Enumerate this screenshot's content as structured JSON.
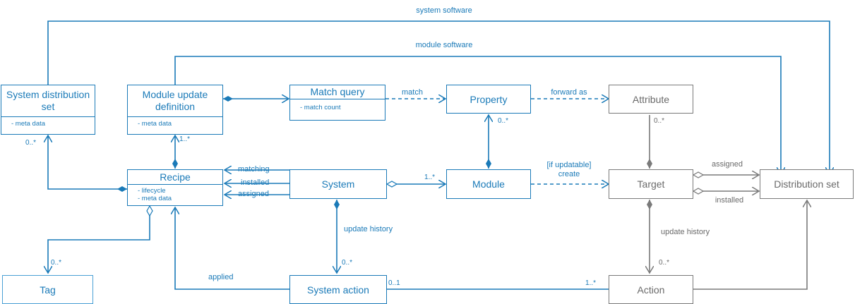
{
  "colors": {
    "primary": "#1a7ab8",
    "secondary": "#7a7a7a"
  },
  "classes": {
    "system_distribution_set": {
      "title": "System distribution set",
      "attributes": [
        "- meta data"
      ]
    },
    "module_update_definition": {
      "title": "Module update definition",
      "attributes": [
        "- meta data"
      ]
    },
    "match_query": {
      "title": "Match query",
      "attributes": [
        "- match count"
      ]
    },
    "property": {
      "title": "Property"
    },
    "attribute": {
      "title": "Attribute"
    },
    "recipe": {
      "title": "Recipe",
      "attributes": [
        "- lifecycle",
        "- meta data"
      ]
    },
    "system": {
      "title": "System"
    },
    "module": {
      "title": "Module"
    },
    "target": {
      "title": "Target"
    },
    "distribution_set": {
      "title": "Distribution set"
    },
    "tag": {
      "title": "Tag"
    },
    "system_action": {
      "title": "System action"
    },
    "action": {
      "title": "Action"
    }
  },
  "labels": {
    "system_software": "system software",
    "module_software": "module software",
    "match": "match",
    "forward_as": "forward as",
    "matching": "matching",
    "installed_sys": "installed",
    "assigned_sys": "assigned",
    "if_updatable": "[if updatable]",
    "create": "create",
    "assigned_tgt": "assigned",
    "installed_tgt": "installed",
    "update_history_sys": "update history",
    "update_history_tgt": "update history",
    "applied": "applied"
  },
  "multiplicities": {
    "sds_recipe": "0..*",
    "mud_recipe": "1..*",
    "property_module": "0..*",
    "system_module": "1..*",
    "attribute_target": "0..*",
    "tag": "0..*",
    "system_action": "0..*",
    "action": "0..*",
    "sysaction_left": "0..1",
    "sysaction_right": "1..*"
  }
}
